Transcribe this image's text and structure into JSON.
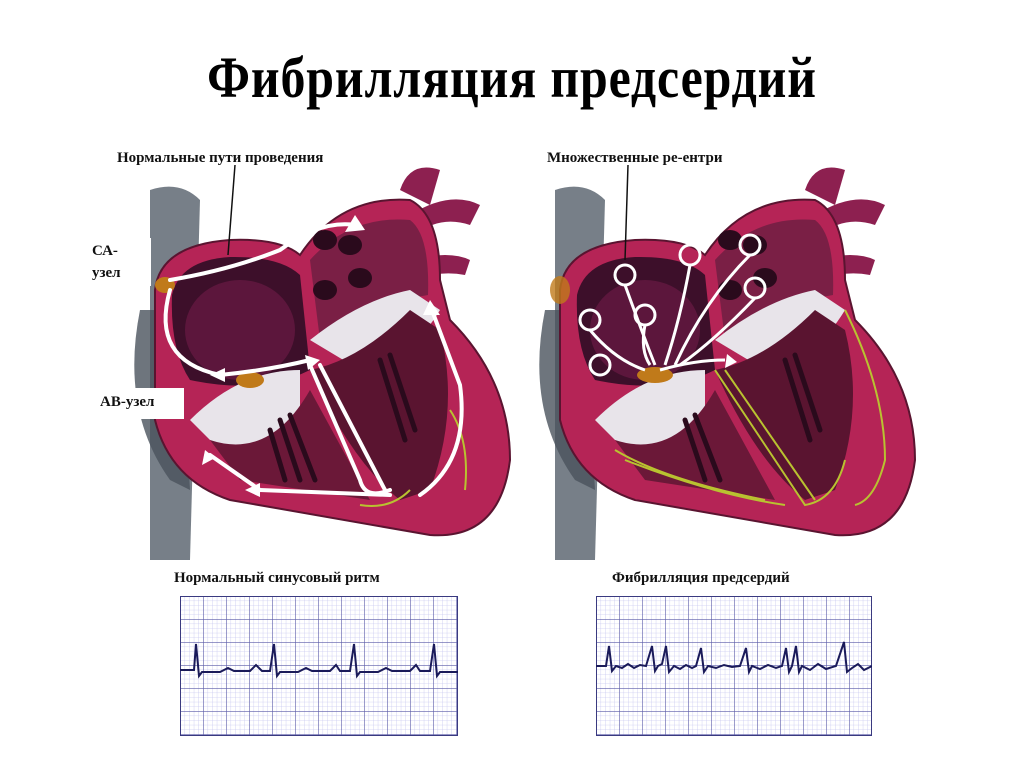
{
  "slide": {
    "title": "Фибрилляция предсердий"
  },
  "left_panel": {
    "heading": "Нормальные пути проведения",
    "labels": {
      "sa_node_line1": "СА-",
      "sa_node_line2": "узел",
      "av_node": "АВ-узел"
    },
    "description": "Normal conduction pathway: SA node → atria → AV node → ventricles"
  },
  "right_panel": {
    "heading": "Множественные ре-ентри",
    "description": "Multiple re-entry circuits in the atria"
  },
  "ecg_left": {
    "title": "Нормальный синусовый ритм"
  },
  "ecg_right": {
    "title": "Фибрилляция предсердий"
  },
  "colors": {
    "heart_wall": "#b52456",
    "heart_dark": "#5a1430",
    "heart_chamber": "#7a1f45",
    "valve": "#e8e4ea",
    "vessel": "#8d2050",
    "vena_cava": "#5f6973",
    "conduction": "#b9c230",
    "node": "#c07a1a",
    "ecg_grid_minor": "#c8c8f0",
    "ecg_grid_major": "#5a5aa8",
    "ecg_trace": "#1a1a5a",
    "arrow": "#ffffff"
  },
  "chart_data": [
    {
      "type": "line",
      "title": "Нормальный синусовый ритм",
      "xlabel": "",
      "ylabel": "",
      "grid": true,
      "description": "Regular R-R intervals, 4 QRS complexes with P waves and T waves",
      "r_peak_x": [
        196,
        273,
        353,
        434
      ]
    },
    {
      "type": "line",
      "title": "Фибрилляция предсердий",
      "xlabel": "",
      "ylabel": "",
      "grid": true,
      "description": "Irregularly irregular R-R intervals, no P waves, fibrillatory baseline",
      "r_peak_x": [
        610,
        655,
        670,
        701,
        745,
        783,
        798,
        845
      ]
    }
  ]
}
